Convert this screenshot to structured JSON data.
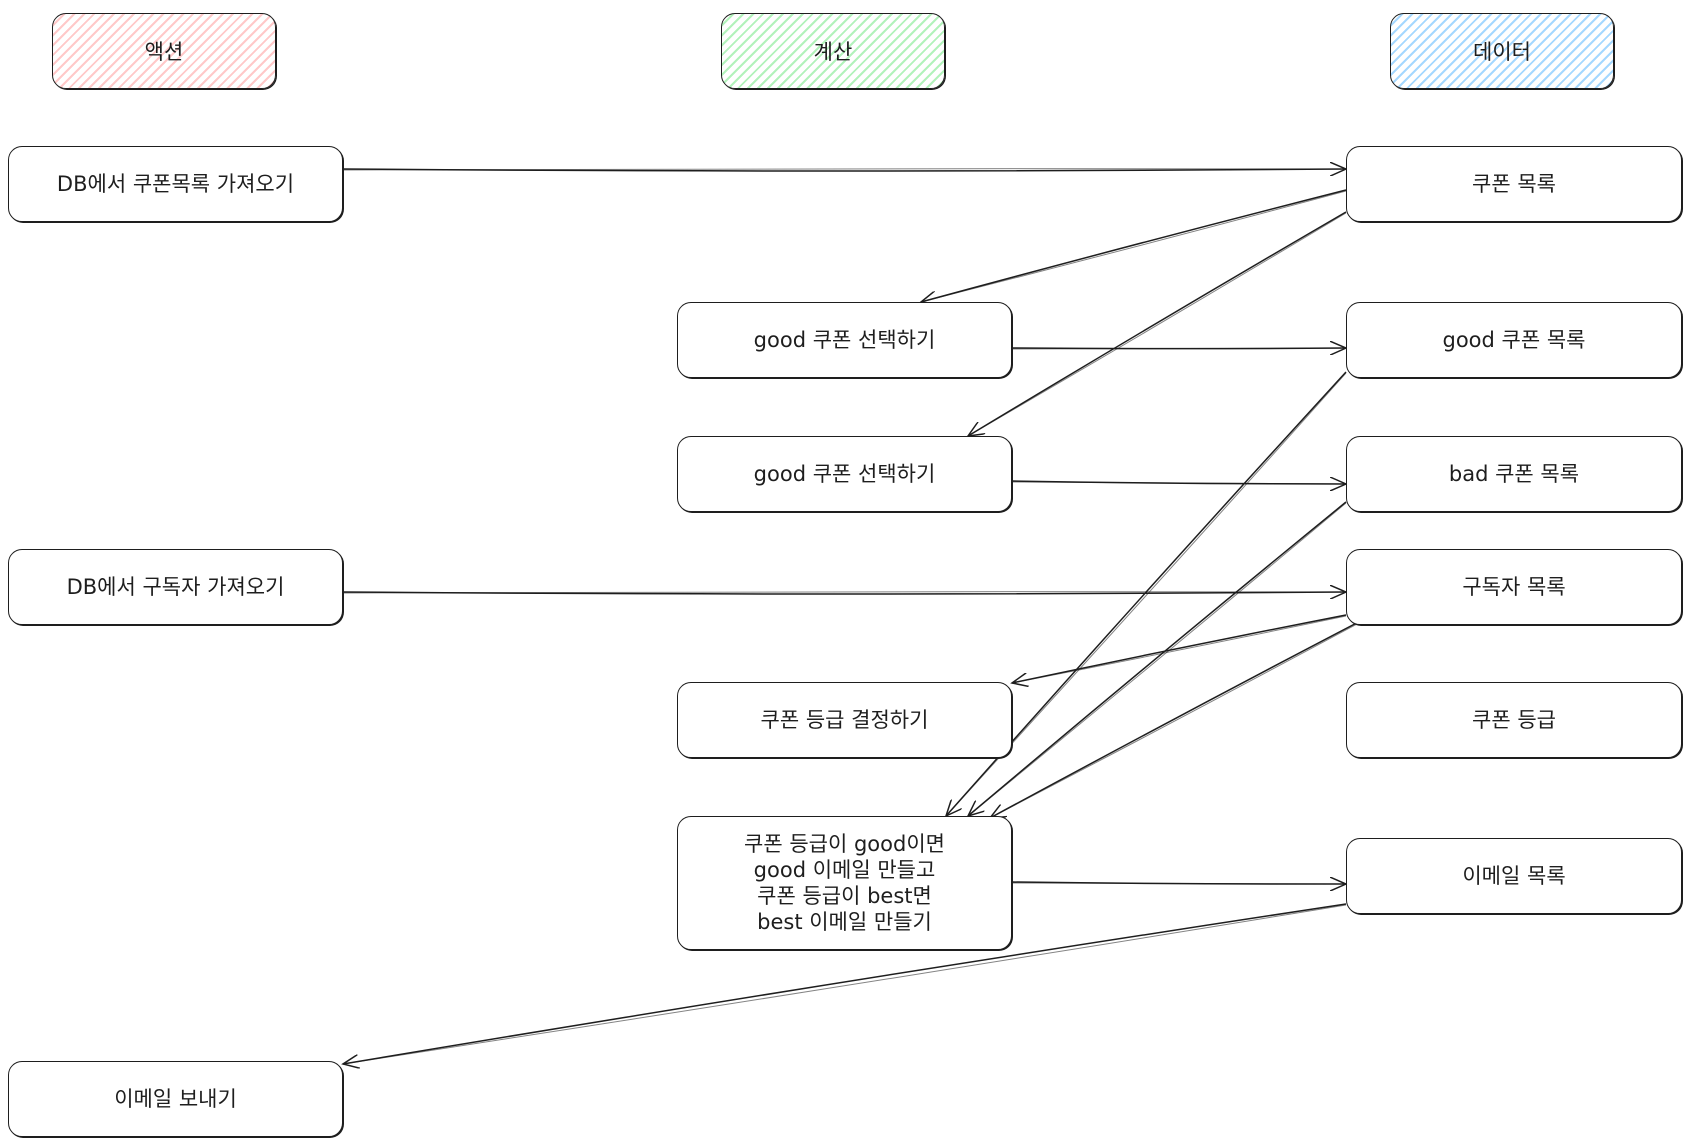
{
  "headers": {
    "action": "액션",
    "calculation": "계산",
    "data": "데이터"
  },
  "actions": {
    "fetch_coupons": "DB에서 쿠폰목록 가져오기",
    "fetch_subscribers": "DB에서 구독자 가져오기",
    "send_emails": "이메일 보내기"
  },
  "calculations": {
    "select_good_1": "good 쿠폰 선택하기",
    "select_good_2": "good 쿠폰 선택하기",
    "decide_rank": "쿠폰 등급 결정하기",
    "make_emails": "쿠폰 등급이 good이면\ngood 이메일 만들고\n쿠폰 등급이 best면\nbest 이메일 만들기"
  },
  "data_items": {
    "coupon_list": "쿠폰 목록",
    "good_coupons": "good 쿠폰 목록",
    "bad_coupons": "bad 쿠폰 목록",
    "subscribers": "구독자 목록",
    "coupon_rank": "쿠폰 등급",
    "email_list": "이메일 목록"
  },
  "colors": {
    "action_fill": "#ffc9c9",
    "calculation_fill": "#b2f2bb",
    "data_fill": "#a5d8ff",
    "stroke": "#1e1e1e"
  },
  "edges": [
    {
      "from": "action-fetch-coupons",
      "to": "data-coupon-list"
    },
    {
      "from": "data-coupon-list",
      "to": "calc-select-good-1"
    },
    {
      "from": "data-coupon-list",
      "to": "calc-select-good-2"
    },
    {
      "from": "calc-select-good-1",
      "to": "data-good-coupons"
    },
    {
      "from": "calc-select-good-2",
      "to": "data-bad-coupons"
    },
    {
      "from": "action-fetch-subscribers",
      "to": "data-subscribers"
    },
    {
      "from": "data-subscribers",
      "to": "calc-decide-rank"
    },
    {
      "from": "data-good-coupons",
      "to": "calc-make-emails"
    },
    {
      "from": "data-bad-coupons",
      "to": "calc-make-emails"
    },
    {
      "from": "data-subscribers",
      "to": "calc-make-emails"
    },
    {
      "from": "calc-make-emails",
      "to": "data-email-list"
    },
    {
      "from": "data-email-list",
      "to": "action-send-emails"
    }
  ]
}
